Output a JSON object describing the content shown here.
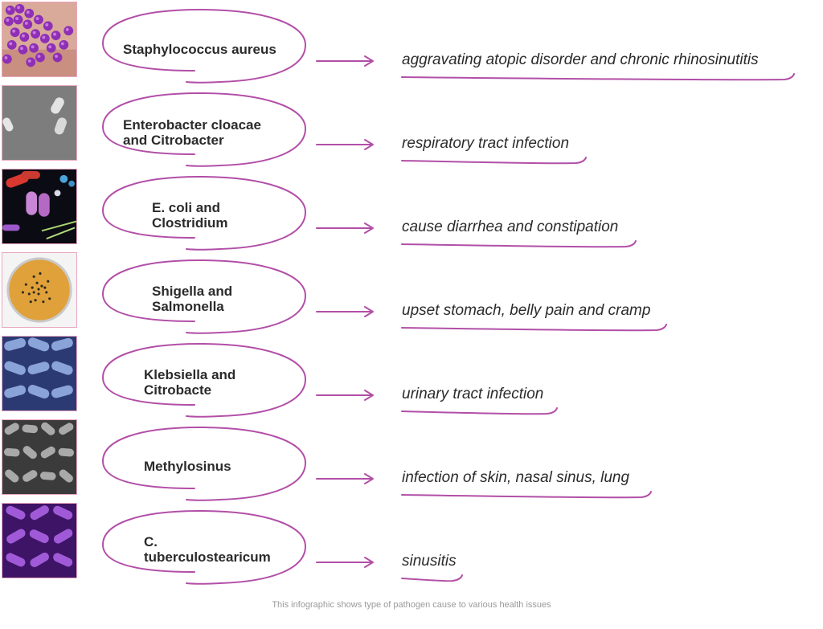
{
  "diagram": {
    "caption": "This infographic shows type of pathogen cause to various health issues",
    "accent_color": "#b24fa7",
    "border_color": "#e9a6c0",
    "rows": [
      {
        "pathogen": "Staphylococcus aureus",
        "effect": "aggravating atopic disorder and chronic rhinosinutitis",
        "thumbnail": "purple-cocci-cluster"
      },
      {
        "pathogen": "Enterobacter cloacae\nand Citrobacter",
        "effect": "respiratory tract infection",
        "thumbnail": "grey-rod-micrograph"
      },
      {
        "pathogen": "E. coli and\nClostridium",
        "effect": "cause diarrhea and constipation",
        "thumbnail": "colored-bacteria-on-black"
      },
      {
        "pathogen": "Shigella and\nSalmonella",
        "effect": "upset stomach, belly pain and cramp",
        "thumbnail": "petri-dish-colonies"
      },
      {
        "pathogen": "Klebsiella and\nCitrobacte",
        "effect": "urinary tract infection",
        "thumbnail": "blue-rod-bacteria"
      },
      {
        "pathogen": "Methylosinus",
        "effect": "infection of skin, nasal sinus, lung",
        "thumbnail": "grey-rod-cluster"
      },
      {
        "pathogen": "C.\ntuberculostearicum",
        "effect": "sinusitis",
        "thumbnail": "violet-rod-bacteria"
      }
    ]
  }
}
